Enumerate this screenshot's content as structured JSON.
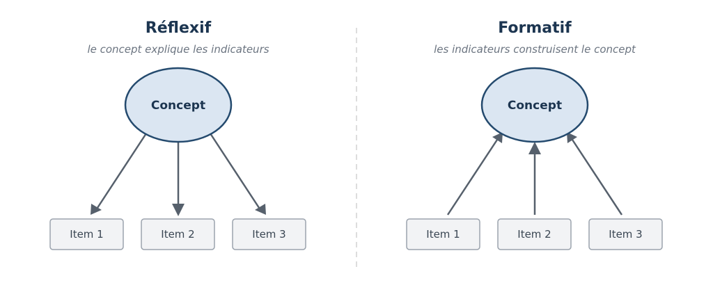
{
  "panels": [
    {
      "title": "Réflexif",
      "subtitle": "le concept explique les indicateurs",
      "concept": "Concept",
      "items": [
        "Item 1",
        "Item 2",
        "Item 3"
      ],
      "arrow_direction": "concept-to-items"
    },
    {
      "title": "Formatif",
      "subtitle": "les indicateurs construisent le concept",
      "concept": "Concept",
      "items": [
        "Item 1",
        "Item 2",
        "Item 3"
      ],
      "arrow_direction": "items-to-concept"
    }
  ],
  "colors": {
    "title": "#1c3550",
    "subtitle": "#6b7480",
    "concept_fill": "#dbe6f2",
    "concept_stroke": "#244a6e",
    "item_fill": "#f2f3f5",
    "item_stroke": "#9ba3ad",
    "arrow": "#56606c",
    "divider": "#dddddd"
  }
}
